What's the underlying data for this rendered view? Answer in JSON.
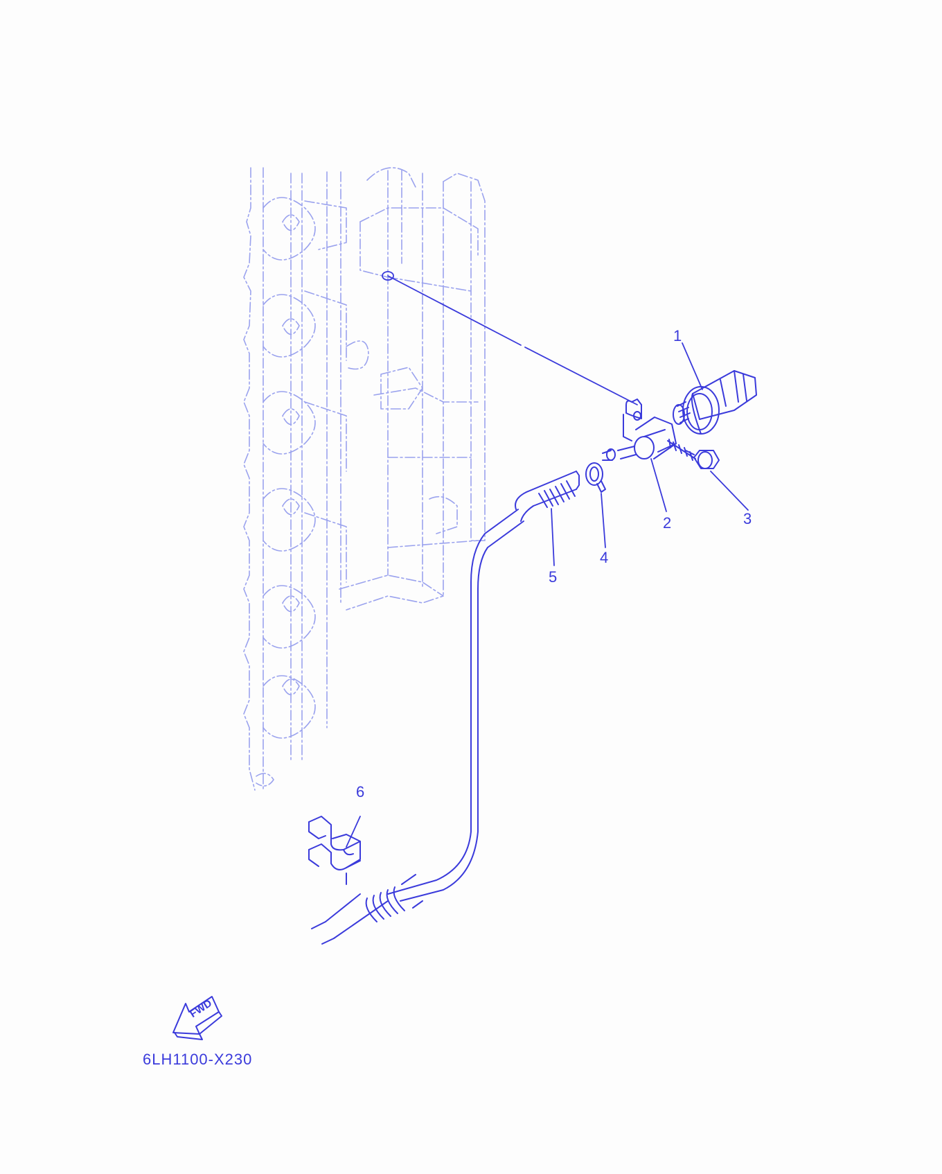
{
  "colors": {
    "background": "#fdfdfd",
    "line": "#3a3adb",
    "ghost": "#9aa2ee"
  },
  "callouts": [
    {
      "label": "1",
      "part": "pressure-sensor"
    },
    {
      "label": "2",
      "part": "sensor-holder"
    },
    {
      "label": "3",
      "part": "bolt"
    },
    {
      "label": "4",
      "part": "clip"
    },
    {
      "label": "5",
      "part": "hose"
    },
    {
      "label": "6",
      "part": "hose-holder"
    }
  ],
  "fwd_label": "FWD",
  "diagram_code": "6LH1100-X230"
}
